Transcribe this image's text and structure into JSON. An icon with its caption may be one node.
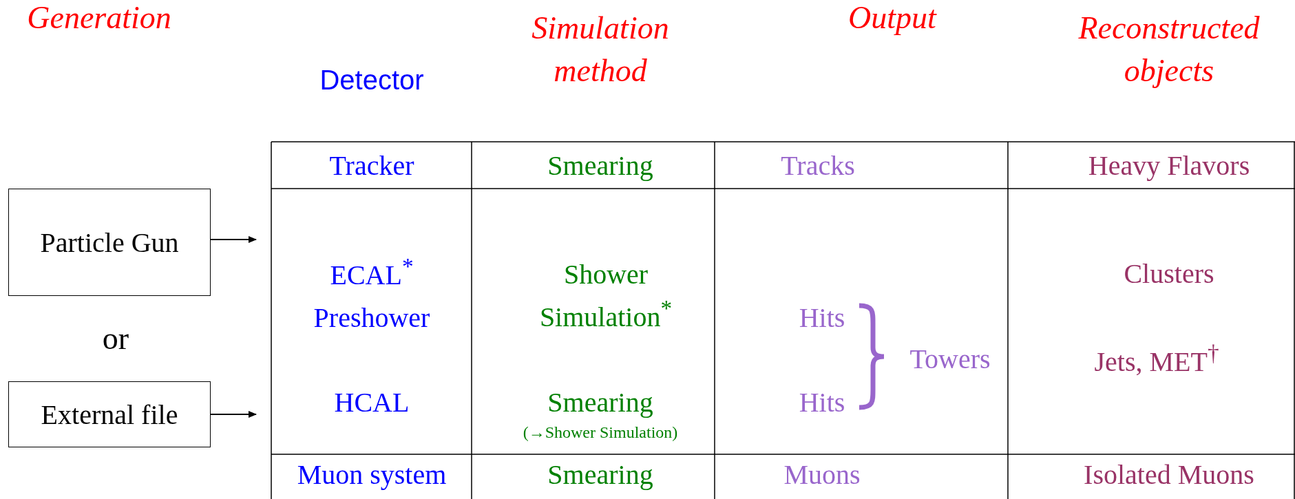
{
  "diagram": {
    "nodes": [
      {
        "text": [
          "Particle Gun"
        ]
      },
      {
        "text": [
          "External file"
        ]
      }
    ],
    "edges": [
      {
        "from": 0,
        "to": null,
        "arrow": "to"
      },
      {
        "from": 1,
        "to": null,
        "arrow": "to"
      }
    ],
    "labels": [
      "Generation",
      "Simulation method",
      "Output",
      "Reconstructed objects",
      "Detector",
      "Tracker",
      "Smearing",
      "Tracks",
      "Heavy Flavors",
      "ECAL$^{*}$",
      "Shower Simulation$^{*}$",
      "Clusters",
      "Preshower",
      "Hits",
      "Towers",
      "Jets, MET$^{†}$",
      "HCAL",
      "Smearing",
      "Hits",
      "(→Shower Simulation)",
      "Muon system",
      "Smearing",
      "Muons",
      "Isolated Muons",
      "or"
    ]
  }
}
